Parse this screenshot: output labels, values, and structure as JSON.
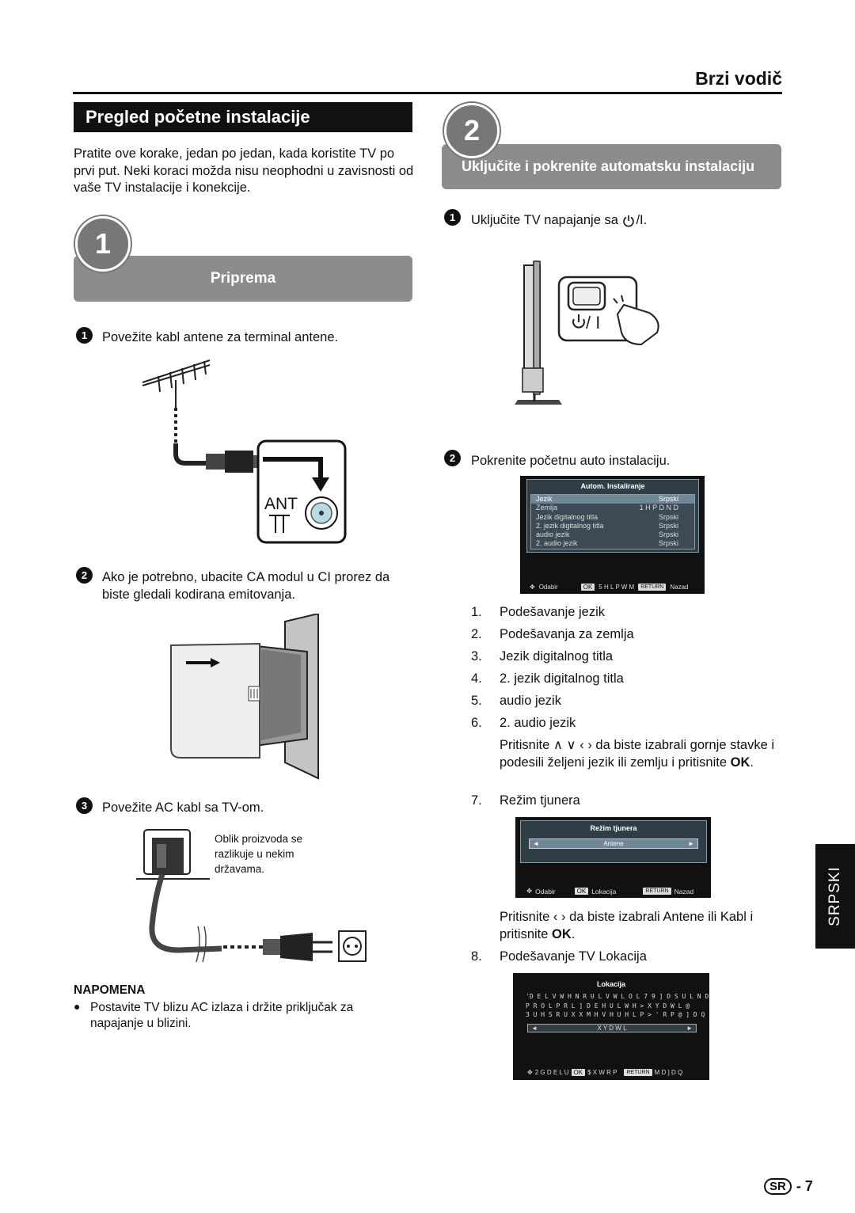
{
  "header": {
    "title": "Brzi vodič"
  },
  "left": {
    "heading": "Pregled početne instalacije",
    "intro": "Pratite ove korake, jedan po jedan, kada koristite TV po prvi put. Neki koraci možda nisu neophodni u zavisnosti od vaše TV instalacije i konekcije.",
    "step_number": "1",
    "step_title": "Priprema",
    "items": [
      {
        "bullet": "1",
        "text": "Povežite kabl antene za terminal antene."
      },
      {
        "bullet": "2",
        "text": "Ako je potrebno, ubacite CA modul u CI prorez da biste gledali kodirana emitovanja."
      },
      {
        "bullet": "3",
        "text": "Povežite AC kabl sa TV-om."
      }
    ],
    "ant_label": "ANT",
    "product_note": "Oblik proizvoda se razlikuje u nekim državama.",
    "note_heading": "NAPOMENA",
    "note_text": "Postavite TV blizu AC izlaza i držite priključak za napajanje u blizini."
  },
  "right": {
    "step_number": "2",
    "step_title": "Uključite i pokrenite automatsku instalaciju",
    "item1_prefix": "Uključite TV napajanje sa ",
    "item1_suffix": "/I.",
    "item2": "Pokrenite početnu auto instalaciju.",
    "remote_label": "/ I",
    "osd_auto": {
      "title": "Autom. Instaliranje",
      "rows": [
        {
          "label": "Jezik",
          "value": "Srpski"
        },
        {
          "label": "Zemlja",
          "value": "1 H P D  N D"
        },
        {
          "label": "Jezik digitalnog titla",
          "value": "Srpski"
        },
        {
          "label": "2. jezik digitalnog titla",
          "value": "Srpski"
        },
        {
          "label": "audio jezik",
          "value": "Srpski"
        },
        {
          "label": "2. audio jezik",
          "value": "Srpski"
        }
      ],
      "footer_select": "Odabir",
      "footer_ok": "OK",
      "footer_ok_text": "5 H L P  W M",
      "footer_return": "RETURN",
      "footer_return_text": "Nazad"
    },
    "list": [
      {
        "num": "1.",
        "text": "Podešavanje jezik"
      },
      {
        "num": "2.",
        "text": "Podešavanja za zemlja"
      },
      {
        "num": "3.",
        "text": "Jezik digitalnog titla"
      },
      {
        "num": "4.",
        "text": "2. jezik digitalnog titla"
      },
      {
        "num": "5.",
        "text": "audio jezik"
      },
      {
        "num": "6.",
        "text": "2. audio jezik"
      }
    ],
    "press_pre": "Pritisnite",
    "press_post1": "da biste izabrali gornje stavke i podesili željeni jezik ili zemlju i pritisnite",
    "ok_bold": "OK",
    "period": ".",
    "item7_num": "7.",
    "item7_text": "Režim tjunera",
    "osd_tuner": {
      "title": "Režim tjunera",
      "value": "Antene",
      "footer_select": "Odabir",
      "footer_ok": "OK",
      "footer_ok_text": "Lokacija",
      "footer_return": "RETURN",
      "footer_return_text": "Nazad"
    },
    "press2_post": "da biste izabrali Antene ili Kabl i pritisnite",
    "item8_num": "8.",
    "item8_text": "Podešavanje TV Lokacija",
    "osd_location": {
      "title": "Lokacija",
      "lines": [
        "'D  E L V W H  N R U L V W L O L  7 9  ] D  S U L N D",
        "P R O L P R  L ] D E H U L W H  > X Y D W L @",
        "3 U H S R U X  X M H  V H  U H  L P  > ' R P @  ] D  Q"
      ],
      "value": "X Y D W L",
      "footer_select": "2 G D E L U",
      "footer_ok": "OK",
      "footer_ok_text": "$ X W R P",
      "footer_return": "RETURN",
      "footer_return_text": "M D ] D Q"
    }
  },
  "side_tab": "SRPSKI",
  "footer": {
    "lang_badge": "SR",
    "page": "- 7"
  }
}
